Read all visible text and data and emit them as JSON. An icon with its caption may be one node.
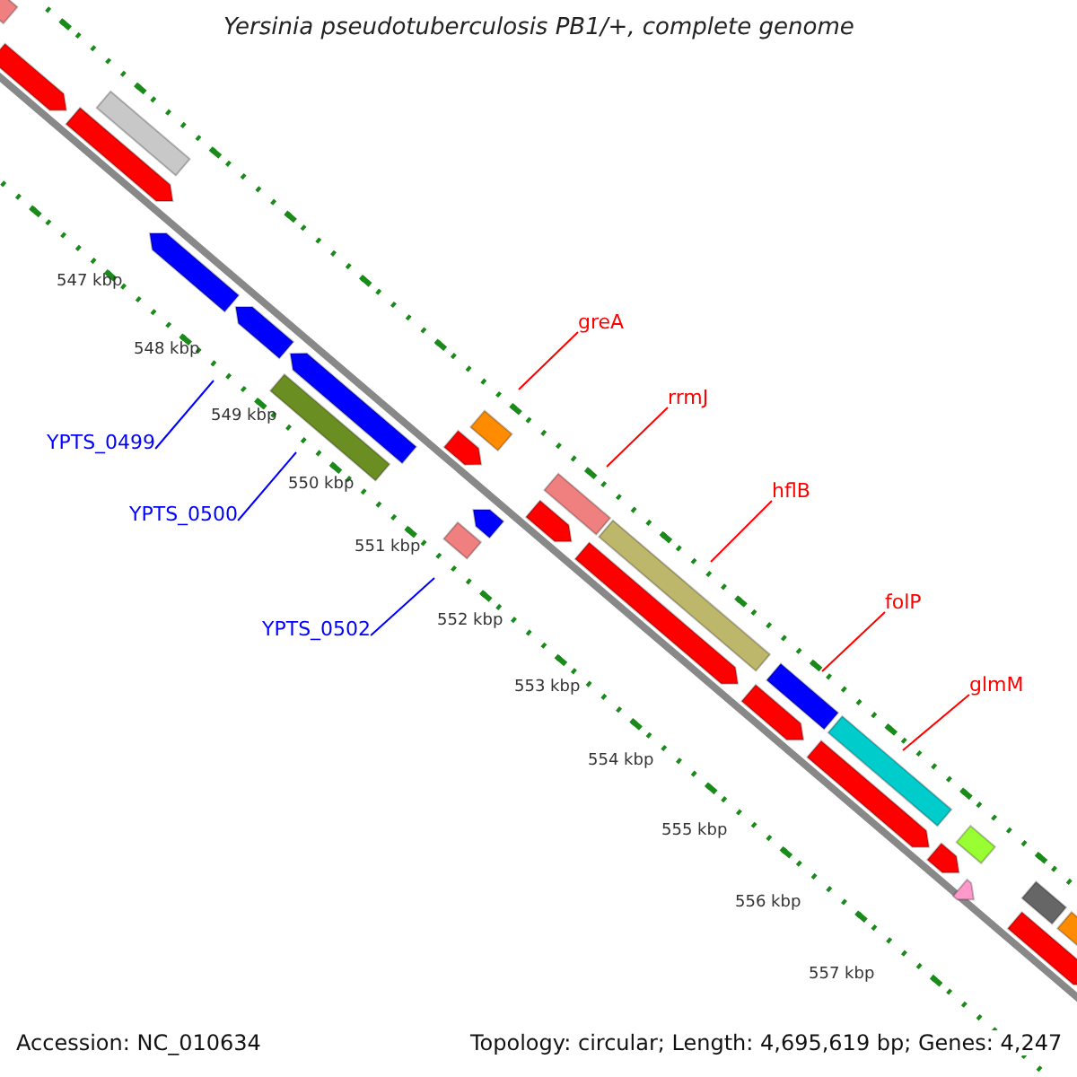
{
  "diagram": {
    "title": "Yersinia pseudotuberculosis PB1/+, complete genome",
    "nodes": [
      {
        "text": [
          "greA"
        ]
      },
      {
        "text": [
          "rrmJ"
        ]
      },
      {
        "text": [
          "hflB"
        ]
      },
      {
        "text": [
          "folP"
        ]
      },
      {
        "text": [
          "glmM"
        ]
      },
      {
        "text": [
          "YPTS_0499"
        ]
      },
      {
        "text": [
          "YPTS_0500"
        ]
      },
      {
        "text": [
          "YPTS_0502"
        ]
      }
    ],
    "edges": [
      {
        "from": 0,
        "to": null,
        "arrow": "none"
      },
      {
        "from": 1,
        "to": null,
        "arrow": "none"
      },
      {
        "from": 2,
        "to": null,
        "arrow": "none"
      },
      {
        "from": 3,
        "to": null,
        "arrow": "none"
      },
      {
        "from": 4,
        "to": null,
        "arrow": "none"
      },
      {
        "from": 5,
        "to": null,
        "arrow": "none",
        "color": "#0000ff"
      },
      {
        "from": 6,
        "to": null,
        "arrow": "none",
        "color": "#0000ff"
      },
      {
        "from": 7,
        "to": null,
        "arrow": "none",
        "color": "#0000ff"
      }
    ],
    "labels": [
      "547 kbp",
      "548 kbp",
      "549 kbp",
      "550 kbp",
      "551 kbp",
      "552 kbp",
      "553 kbp",
      "554 kbp",
      "555 kbp",
      "556 kbp",
      "557 kbp",
      "Accession: NC_010634",
      "Topology: circular; Length: 4,695,619 bp; Genes: 4,247"
    ]
  }
}
